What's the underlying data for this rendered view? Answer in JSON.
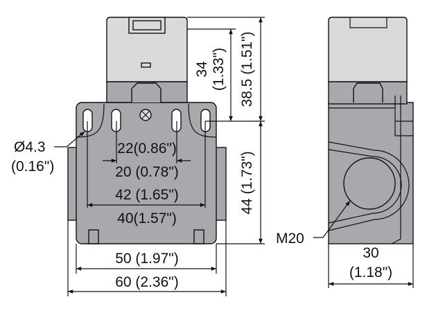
{
  "colors": {
    "body": "#a7a9ac",
    "head": "#d9dadb",
    "line": "#111111"
  },
  "front_view": {
    "hole_diameter": "Ø4.3",
    "hole_diameter_in": "(0.16\")",
    "dim_22": "22(0.86\")",
    "dim_20": "20 (0.78\")",
    "dim_42": "42 (1.65\")",
    "dim_40": "40(1.57\")",
    "dim_50": "50 (1.97\")",
    "dim_60": "60 (2.36\")",
    "dim_34": "34",
    "dim_34_in": "(1.33\")",
    "dim_38_5": "38.5 (1.51\")",
    "dim_44": "44 (1.73\")"
  },
  "side_view": {
    "thread": "M20",
    "dim_30": "30",
    "dim_30_in": "(1.18\")"
  }
}
